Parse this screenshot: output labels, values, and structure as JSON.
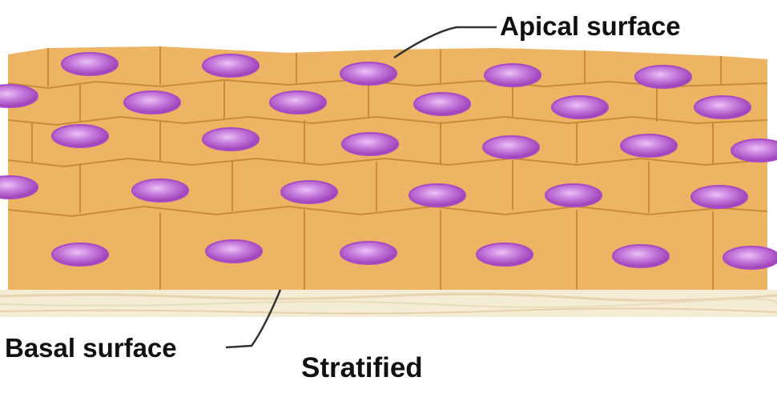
{
  "labels": {
    "apical": "Apical surface",
    "basal": "Basal surface",
    "caption": "Stratified"
  },
  "colors": {
    "cell_fill": "#edb463",
    "cell_fill_light": "#f2c27a",
    "cell_border": "#c88c38",
    "nucleus": "#a94bc4",
    "nucleus_highlight": "#e7b3f3",
    "basement_membrane": "#f3e7cd",
    "leader_line": "#333333"
  }
}
